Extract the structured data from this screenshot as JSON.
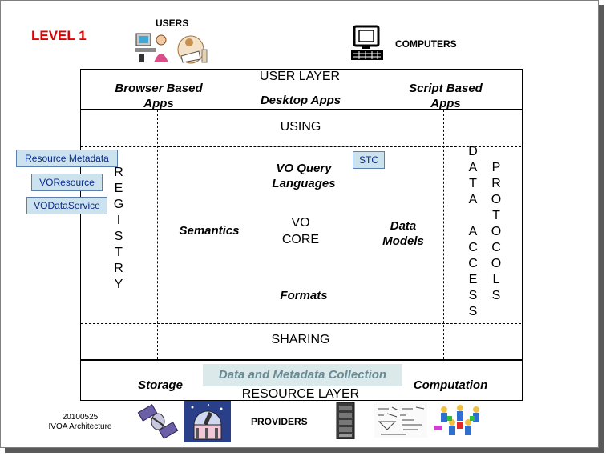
{
  "level": "LEVEL 1",
  "users_label": "USERS",
  "computers_label": "COMPUTERS",
  "providers_label": "PROVIDERS",
  "footer": {
    "date": "20100525",
    "subtitle": "IVOA Architecture"
  },
  "user_layer": {
    "title": "USER LAYER",
    "browser": "Browser Based Apps",
    "desktop": "Desktop Apps",
    "script": "Script Based Apps"
  },
  "using": "USING",
  "sharing": "SHARING",
  "core": {
    "query": "VO Query Languages",
    "semantics": "Semantics",
    "vo_core": "VO CORE",
    "data_models": "Data Models",
    "formats": "Formats"
  },
  "registry_letters": [
    "R",
    "E",
    "G",
    "I",
    "S",
    "T",
    "R",
    "Y"
  ],
  "data_access_letters": [
    "D",
    "A",
    "T",
    "A",
    " ",
    "A",
    "C",
    "C",
    "E",
    "S",
    "S"
  ],
  "protocols_letters": [
    "P",
    "R",
    "O",
    "T",
    "O",
    "C",
    "O",
    "L",
    "S"
  ],
  "tags": {
    "resource_metadata": "Resource Metadata",
    "voresource": "VOResource",
    "vodataservice": "VODataService",
    "stc": "STC"
  },
  "resource_layer": {
    "title": "RESOURCE LAYER",
    "storage": "Storage",
    "collection": "Data and Metadata Collection",
    "computation": "Computation"
  },
  "icons": {
    "users": [
      "user-at-computer-icon",
      "user-reading-icon"
    ],
    "computers": "computer-icon",
    "providers": [
      "satellite-icon",
      "observatory-icon",
      "server-icon",
      "equations-icon",
      "network-people-icon"
    ]
  }
}
